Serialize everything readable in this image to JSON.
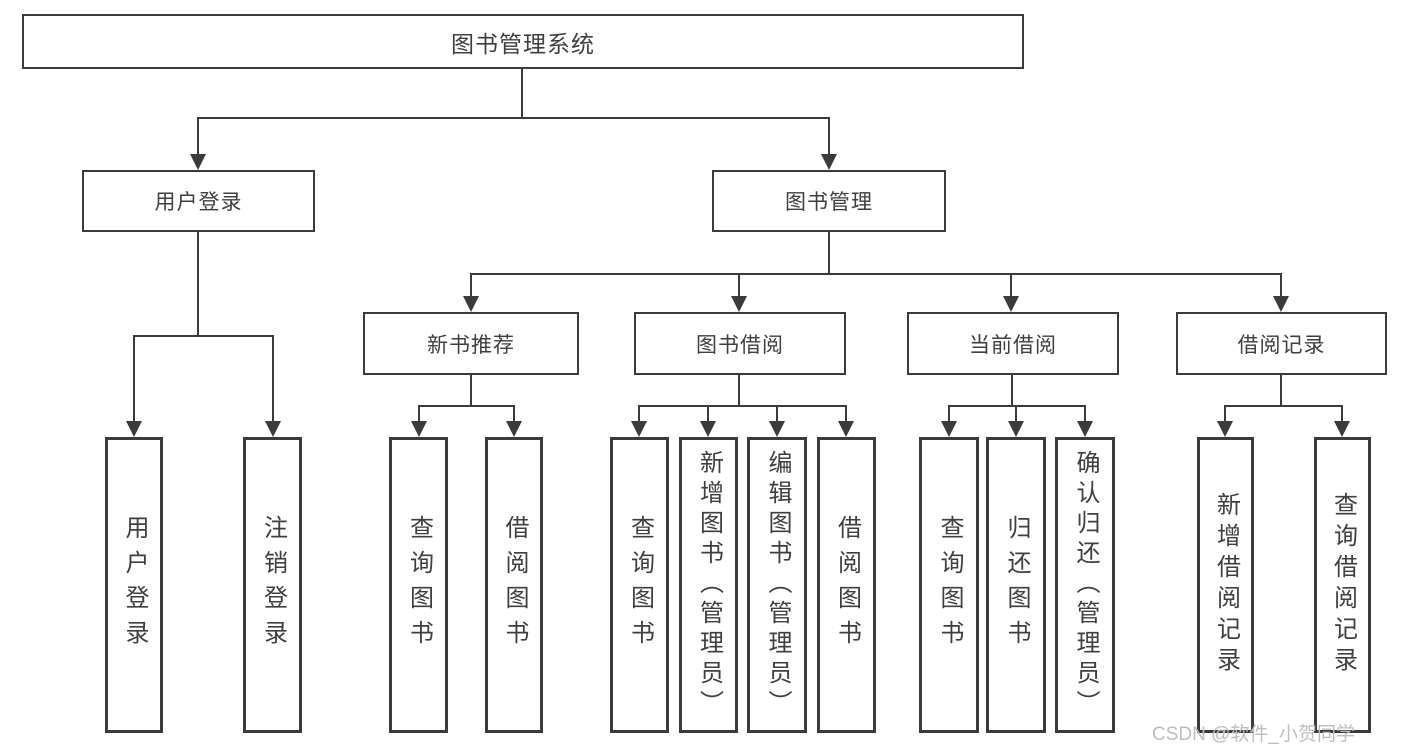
{
  "diagram": {
    "title": "图书管理系统",
    "level2": [
      {
        "label": "用户登录"
      },
      {
        "label": "图书管理"
      }
    ],
    "level3": [
      {
        "label": "新书推荐",
        "parent": "图书管理"
      },
      {
        "label": "图书借阅",
        "parent": "图书管理"
      },
      {
        "label": "当前借阅",
        "parent": "图书管理"
      },
      {
        "label": "借阅记录",
        "parent": "图书管理"
      }
    ],
    "leaves": [
      {
        "label": "用户登录",
        "parent": "用户登录"
      },
      {
        "label": "注销登录",
        "parent": "用户登录"
      },
      {
        "label": "查询图书",
        "parent": "新书推荐"
      },
      {
        "label": "借阅图书",
        "parent": "新书推荐"
      },
      {
        "label": "查询图书",
        "parent": "图书借阅"
      },
      {
        "label": "新增图书（管理员）",
        "parent": "图书借阅"
      },
      {
        "label": "编辑图书（管理员）",
        "parent": "图书借阅"
      },
      {
        "label": "借阅图书",
        "parent": "图书借阅"
      },
      {
        "label": "查询图书",
        "parent": "当前借阅"
      },
      {
        "label": "归还图书",
        "parent": "当前借阅"
      },
      {
        "label": "确认归还（管理员）",
        "parent": "当前借阅"
      },
      {
        "label": "新增借阅记录",
        "parent": "借阅记录"
      },
      {
        "label": "查询借阅记录",
        "parent": "借阅记录"
      }
    ],
    "colors": {
      "line": "#3b3b3b",
      "text": "#3f3f3f",
      "background": "#ffffff"
    }
  },
  "watermark": {
    "text": "CSDN @软件_小贺同学",
    "color": "#bdbdc4"
  }
}
